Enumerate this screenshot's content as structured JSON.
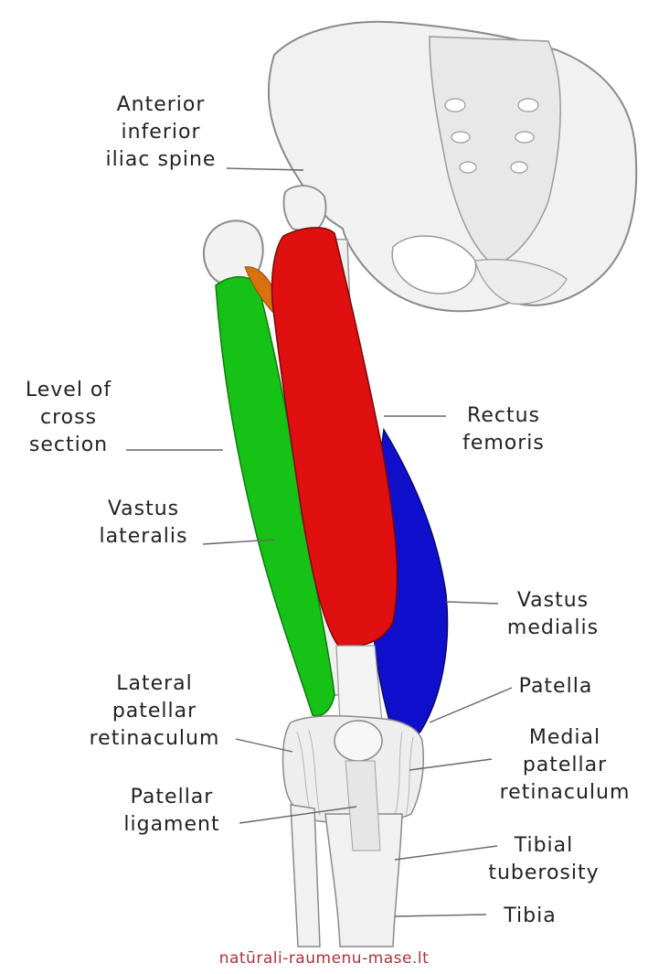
{
  "labels": {
    "aiis": "Anterior\ninferior\niliac spine",
    "level": "Level of\ncross\nsection",
    "vastus_lateralis": "Vastus\nlateralis",
    "lateral_retinaculum": "Lateral\npatellar\nretinaculum",
    "patellar_ligament": "Patellar\nligament",
    "rectus_femoris": "Rectus\nfemoris",
    "vastus_medialis": "Vastus\nmedialis",
    "patella": "Patella",
    "medial_retinaculum": "Medial\npatellar\nretinaculum",
    "tibial_tuberosity": "Tibial\ntuberosity",
    "tibia": "Tibia"
  },
  "credit": "natūrali-raumenu-mase.lt",
  "colors": {
    "rectus_femoris": "#e01010",
    "vastus_lateralis": "#16c216",
    "vastus_medialis": "#1010cc",
    "tensor_strip": "#d9720e",
    "bone": "#efefef",
    "bone_outline": "#8a8a8a",
    "leader": "#666666",
    "credit": "#b0303a"
  }
}
